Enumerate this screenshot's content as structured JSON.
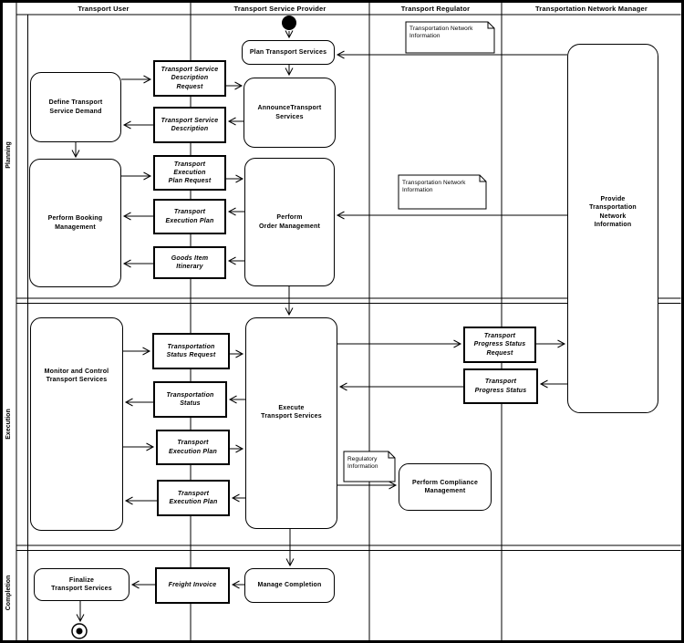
{
  "colors": {
    "line": "#000000",
    "fill": "#ffffff",
    "background": "#ffffff"
  },
  "lanes": [
    {
      "label": "Transport User"
    },
    {
      "label": "Transport Service Provider"
    },
    {
      "label": "Transport Regulator"
    },
    {
      "label": "Transportation Network Manager"
    }
  ],
  "phases": [
    {
      "label": "Planning"
    },
    {
      "label": "Execution"
    },
    {
      "label": "Completion"
    }
  ],
  "activities": [
    {
      "id": "plan-transport-services",
      "label": "Plan Transport Services"
    },
    {
      "id": "define-transport-service-demand",
      "label": "Define Transport\nService Demand"
    },
    {
      "id": "announce-transport-services",
      "label": "AnnounceTransport\nServices"
    },
    {
      "id": "perform-booking-management",
      "label": "Perform Booking\nManagement"
    },
    {
      "id": "perform-order-management",
      "label": "Perform\nOrder Management"
    },
    {
      "id": "provide-transportation-network-information",
      "label": "Provide\nTransportation\nNetwork\nInformation"
    },
    {
      "id": "monitor-and-control-transport-services",
      "label": "Monitor and Control\nTransport Services"
    },
    {
      "id": "execute-transport-services",
      "label": "Execute\nTransport Services"
    },
    {
      "id": "perform-compliance-management",
      "label": "Perform Compliance\nManagement"
    },
    {
      "id": "finalize-transport-services",
      "label": "Finalize\nTransport Services"
    },
    {
      "id": "manage-completion",
      "label": "Manage Completion"
    }
  ],
  "messages": [
    {
      "id": "transport-service-description-request",
      "label": "Transport Service\nDescription\nRequest"
    },
    {
      "id": "transport-service-description",
      "label": "Transport Service\nDescription"
    },
    {
      "id": "transport-execution-plan-request",
      "label": "Transport\nExecution\nPlan Request"
    },
    {
      "id": "transport-execution-plan-planning",
      "label": "Transport\nExecution Plan"
    },
    {
      "id": "goods-item-itinerary",
      "label": "Goods Item\nItinerary"
    },
    {
      "id": "transportation-status-request",
      "label": "Transportation\nStatus Request"
    },
    {
      "id": "transportation-status",
      "label": "Transportation\nStatus"
    },
    {
      "id": "transport-execution-plan-to-provider",
      "label": "Transport\nExecution Plan"
    },
    {
      "id": "transport-execution-plan-to-user",
      "label": "Transport\nExecution Plan"
    },
    {
      "id": "transport-progress-status-request",
      "label": "Transport\nProgress Status\nRequest"
    },
    {
      "id": "transport-progress-status",
      "label": "Transport\nProgress Status"
    },
    {
      "id": "freight-invoice",
      "label": "Freight Invoice"
    }
  ],
  "notes": [
    {
      "id": "transportation-network-information-1",
      "label": "Transportation Network\nInformation"
    },
    {
      "id": "transportation-network-information-2",
      "label": "Transportation Network\nInformation"
    },
    {
      "id": "regulatory-information",
      "label": "Regulatory\nInformation"
    }
  ],
  "terminals": {
    "start": "initial-node",
    "end": "activity-final-node"
  }
}
